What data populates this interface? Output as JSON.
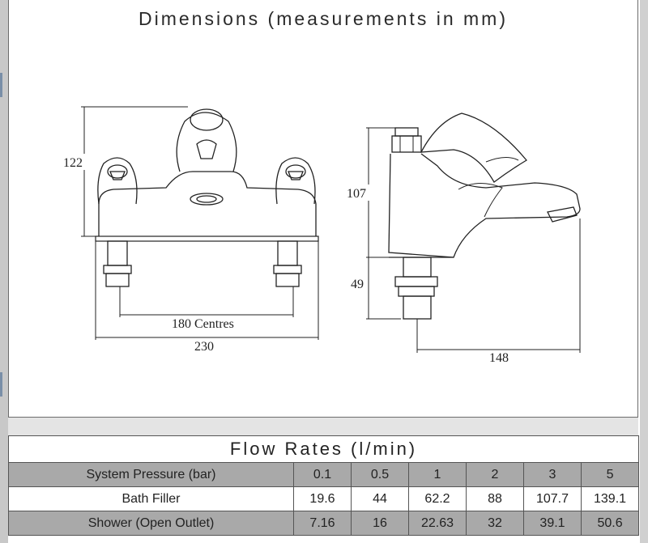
{
  "dimensions": {
    "title": "Dimensions (measurements in mm)",
    "labels": {
      "front_height": "122",
      "centres": "180 Centres",
      "front_width": "230",
      "side_height_upper": "107",
      "side_height_lower": "49",
      "side_depth": "148"
    }
  },
  "flow_rates": {
    "title": "Flow Rates (l/min)",
    "header_label": "System Pressure (bar)",
    "pressures": [
      "0.1",
      "0.5",
      "1",
      "2",
      "3",
      "5"
    ],
    "rows": [
      {
        "label": "Bath Filler",
        "values": [
          "19.6",
          "44",
          "62.2",
          "88",
          "107.7",
          "139.1"
        ]
      },
      {
        "label": "Shower (Open Outlet)",
        "values": [
          "7.16",
          "16",
          "22.63",
          "32",
          "39.1",
          "50.6"
        ]
      }
    ]
  },
  "colors": {
    "table_shade": "#a9a9a9",
    "border": "#555555"
  }
}
